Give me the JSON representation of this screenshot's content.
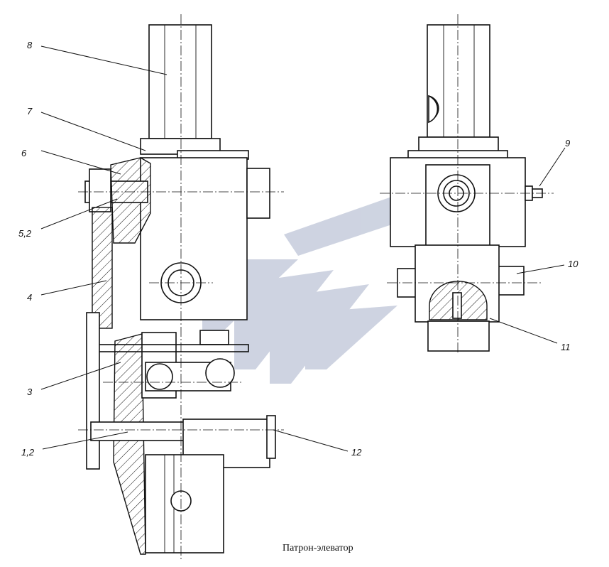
{
  "callouts": {
    "c8": "8",
    "c7": "7",
    "c6": "6",
    "c52": "5,2",
    "c4": "4",
    "c3": "3",
    "c12a": "1,2",
    "c12b": "12",
    "c9": "9",
    "c10": "10",
    "c11": "11"
  },
  "caption": "Патрон-элеватор",
  "colors": {
    "line": "#111111",
    "watermark": "#c6ccdc",
    "background": "#ffffff"
  }
}
